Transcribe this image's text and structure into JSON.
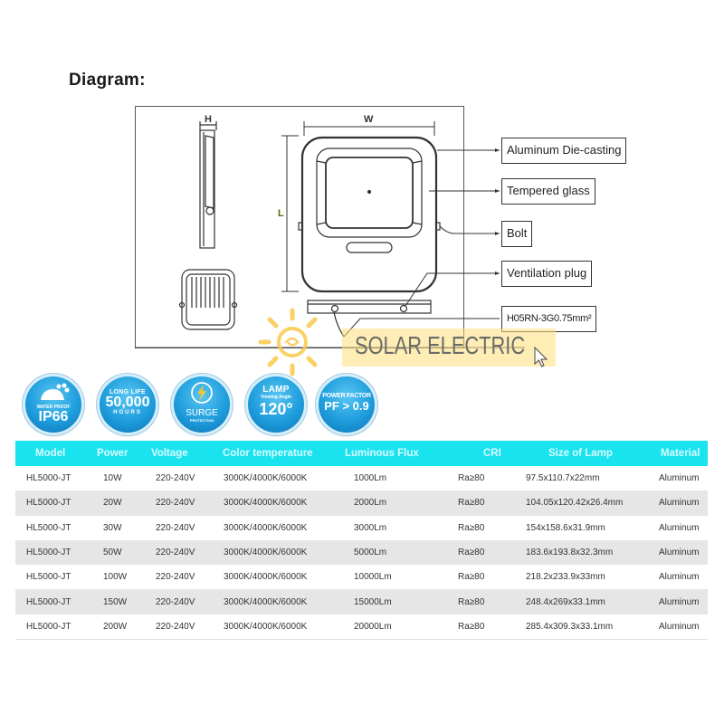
{
  "page": {
    "heading": "Diagram:"
  },
  "diagram": {
    "dimensions": {
      "height": "H",
      "width": "W",
      "length": "L"
    },
    "callouts": [
      {
        "label": "Aluminum Die-casting"
      },
      {
        "label": "Tempered  glass"
      },
      {
        "label": "Bolt"
      },
      {
        "label": "Ventilation plug"
      },
      {
        "label": "H05RN-3G0.75mm²"
      }
    ]
  },
  "watermark": {
    "text": "SOLAR ELECTRIC",
    "icon": "sun-icon",
    "overlay_color": "#fdde78"
  },
  "badges": [
    {
      "icon": "waterproof-icon",
      "line1": "WATER PROOF",
      "big": "IP66",
      "line3": ""
    },
    {
      "icon": "",
      "line1": "LONG LIFE",
      "big": "50,000",
      "line3": "HOURS"
    },
    {
      "icon": "lightning-bolt-icon",
      "line1": "",
      "big": "SURGE",
      "line3": "PROTECTION"
    },
    {
      "icon": "",
      "line1": "LAMP",
      "sub": "Viewing Angle",
      "big": "120°",
      "line3": ""
    },
    {
      "icon": "",
      "line1": "POWER FACTOR",
      "big": "PF > 0.9",
      "line3": ""
    }
  ],
  "table": {
    "header_color": "#19e3ef",
    "columns": [
      "Model",
      "Power",
      "Voltage",
      "Color temperature",
      "Luminous Flux",
      "CRI",
      "Size of Lamp",
      "Material"
    ],
    "rows": [
      [
        "HL5000-JT",
        "10W",
        "220-240V",
        "3000K/4000K/6000K",
        "1000Lm",
        "Ra≥80",
        "97.5x110.7x22mm",
        "Aluminum"
      ],
      [
        "HL5000-JT",
        "20W",
        "220-240V",
        "3000K/4000K/6000K",
        "2000Lm",
        "Ra≥80",
        "104.05x120.42x26.4mm",
        "Aluminum"
      ],
      [
        "HL5000-JT",
        "30W",
        "220-240V",
        "3000K/4000K/6000K",
        "3000Lm",
        "Ra≥80",
        "154x158.6x31.9mm",
        "Aluminum"
      ],
      [
        "HL5000-JT",
        "50W",
        "220-240V",
        "3000K/4000K/6000K",
        "5000Lm",
        "Ra≥80",
        "183.6x193.8x32.3mm",
        "Aluminum"
      ],
      [
        "HL5000-JT",
        "100W",
        "220-240V",
        "3000K/4000K/6000K",
        "10000Lm",
        "Ra≥80",
        "218.2x233.9x33mm",
        "Aluminum"
      ],
      [
        "HL5000-JT",
        "150W",
        "220-240V",
        "3000K/4000K/6000K",
        "15000Lm",
        "Ra≥80",
        "248.4x269x33.1mm",
        "Aluminum"
      ],
      [
        "HL5000-JT",
        "200W",
        "220-240V",
        "3000K/4000K/6000K",
        "20000Lm",
        "Ra≥80",
        "285.4x309.3x33.1mm",
        "Aluminum"
      ]
    ]
  }
}
